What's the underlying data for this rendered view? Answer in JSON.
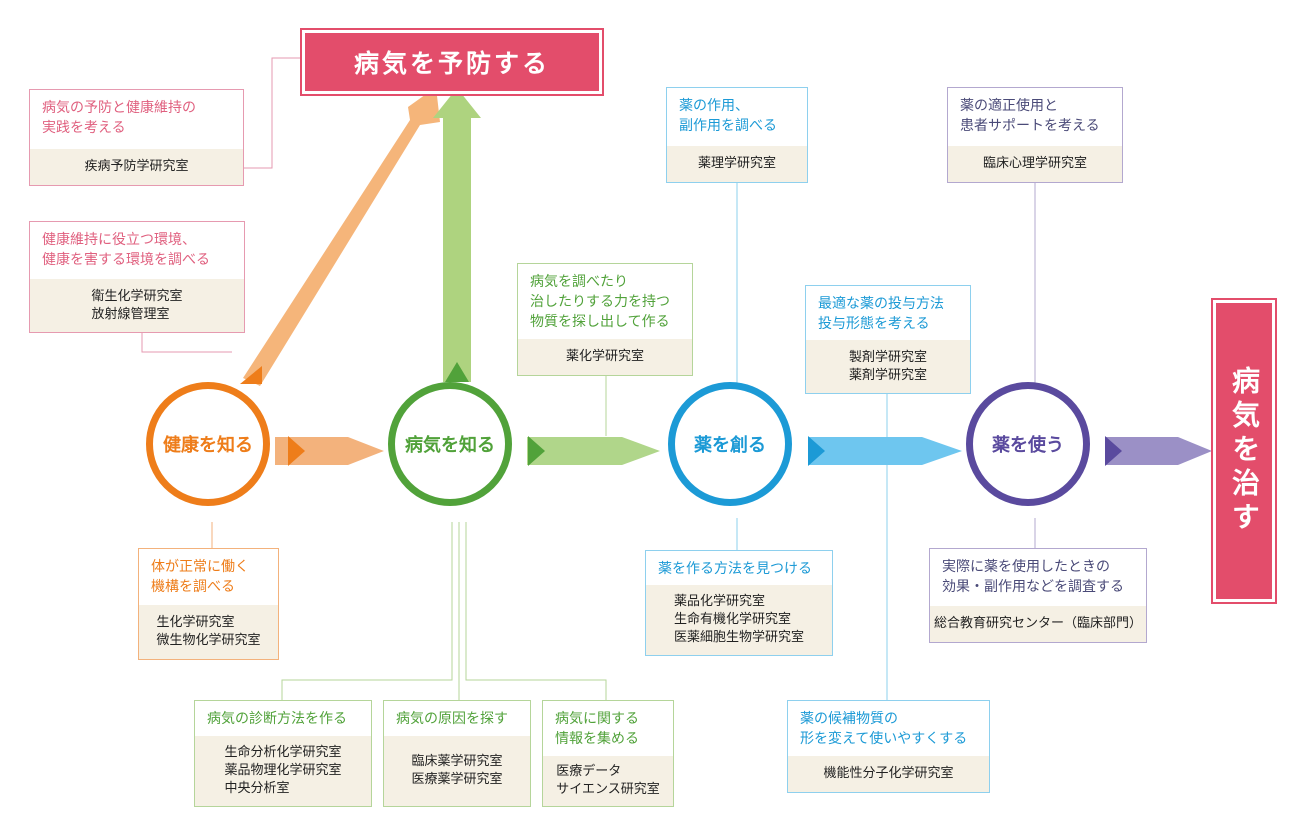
{
  "banners": {
    "prevent": "病気を予防する",
    "cure": "病気を治す"
  },
  "circles": {
    "health": "健康を知る",
    "disease": "病気を知る",
    "create": "薬を創る",
    "use": "薬を使う"
  },
  "boxes": {
    "prevention": {
      "title": "病気の予防と健康維持の\n実践を考える",
      "labs": "疾病予防学研究室"
    },
    "environment": {
      "title": "健康維持に役立つ環境、\n健康を害する環境を調べる",
      "labs": "衛生化学研究室\n放射線管理室"
    },
    "mechanism": {
      "title": "体が正常に働く\n機構を調べる",
      "labs": "生化学研究室\n微生物化学研究室"
    },
    "diagnosis": {
      "title": "病気の診断方法を作る",
      "labs": "生命分析化学研究室\n薬品物理化学研究室\n中央分析室"
    },
    "cause": {
      "title": "病気の原因を探す",
      "labs": "臨床薬学研究室\n医療薬学研究室"
    },
    "information": {
      "title": "病気に関する\n情報を集める",
      "labs": "医療データ\nサイエンス研究室"
    },
    "substance": {
      "title": "病気を調べたり\n治したりする力を持つ\n物質を探し出して作る",
      "labs": "薬化学研究室"
    },
    "action": {
      "title": "薬の作用、\n副作用を調べる",
      "labs": "薬理学研究室"
    },
    "method": {
      "title": "薬を作る方法を見つける",
      "labs": "薬品化学研究室\n生命有機化学研究室\n医薬細胞生物学研究室"
    },
    "dosage": {
      "title": "最適な薬の投与方法\n投与形態を考える",
      "labs": "製剤学研究室\n薬剤学研究室"
    },
    "candidate": {
      "title": "薬の候補物質の\n形を変えて使いやすくする",
      "labs": "機能性分子化学研究室"
    },
    "proper_use": {
      "title": "薬の適正使用と\n患者サポートを考える",
      "labs": "臨床心理学研究室"
    },
    "effect": {
      "title": "実際に薬を使用したときの\n効果・副作用などを調査する",
      "labs": "総合教育研究センター（臨床部門）"
    }
  },
  "colors": {
    "orange": "#ee7d1a",
    "green": "#51a23a",
    "blue": "#1c9ad6",
    "purple": "#5a4a9e",
    "pink": "#e34d6b"
  }
}
